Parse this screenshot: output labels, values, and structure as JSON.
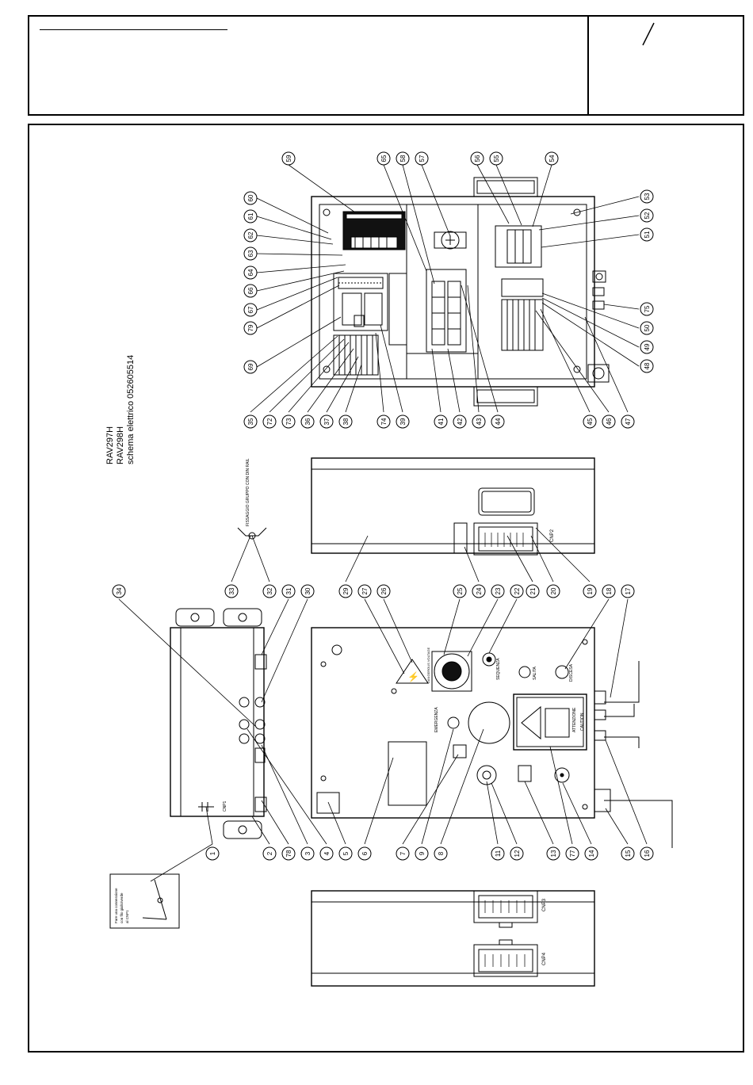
{
  "title_block": {
    "revision_mark": "/"
  },
  "rotated_title": {
    "line1": "RAV297H",
    "line2": "RAV298H",
    "line3": "schema elettrico 052605514"
  },
  "callouts_top": [
    "59",
    "65",
    "58",
    "57",
    "56",
    "55",
    "54",
    "60",
    "61",
    "62",
    "63",
    "64",
    "66",
    "67",
    "79",
    "69",
    "53",
    "52",
    "51",
    "75",
    "50",
    "49",
    "48",
    "35",
    "72",
    "73",
    "36",
    "37",
    "38",
    "74",
    "39",
    "41",
    "42",
    "43",
    "44",
    "45",
    "46",
    "47"
  ],
  "callouts_middle": [
    "34",
    "33",
    "32",
    "31",
    "30",
    "29",
    "27",
    "26",
    "25",
    "23",
    "22",
    "24",
    "21",
    "20",
    "19",
    "18",
    "17"
  ],
  "callouts_bottom": [
    "1",
    "2",
    "78",
    "3",
    "4",
    "5",
    "6",
    "9",
    "7",
    "8",
    "11",
    "12",
    "13",
    "77",
    "14",
    "15",
    "16"
  ],
  "panel_labels": {
    "profibus_bracket": "FISSAGGIO GRUPPO CON DIN RAIL",
    "cnp2": "CNP2",
    "cnp3": "CNP3",
    "cnp4": "CNP4",
    "cnp1": "CNP1",
    "emergency": "EMERGENZA",
    "discesa": "DISCESA",
    "salita": "SALITA",
    "sequenza": "SEQUENZA",
    "caution": "CAUTION",
    "attenzione": "ATTENZIONE",
    "dangerous_voltage": "DANGEROUS VOLTAGE",
    "inset_note_1": "Fare una connessione",
    "inset_note_2": "con filo giallo/verde",
    "inset_note_3": "al CNP1"
  }
}
